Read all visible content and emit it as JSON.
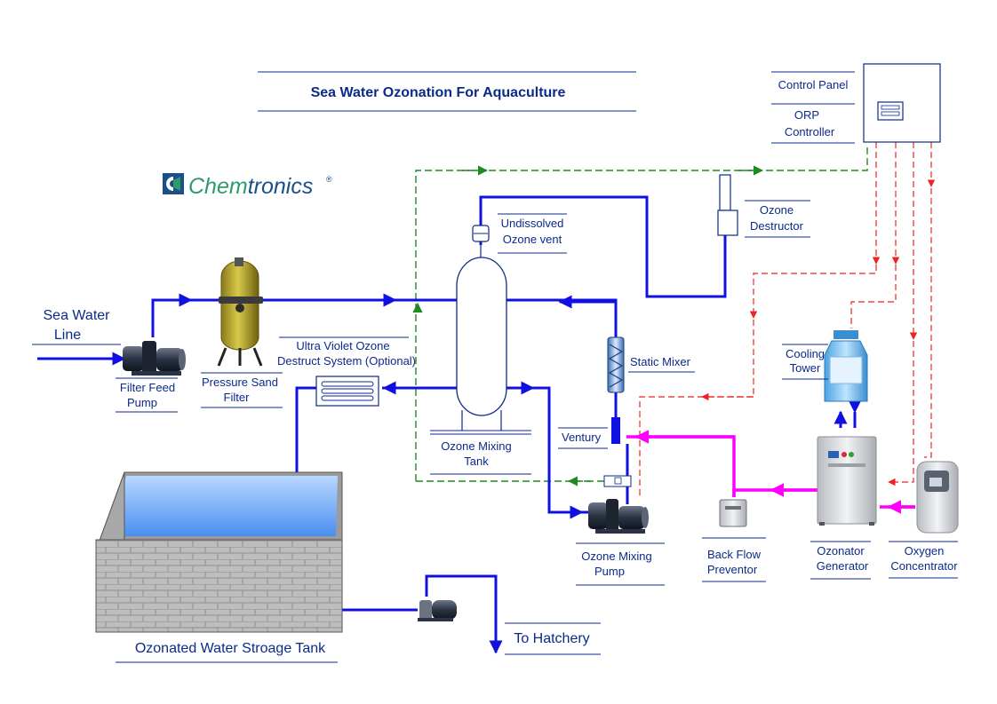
{
  "title": "Sea Water Ozonation For Aquaculture",
  "brand": {
    "name_part1": "Chem",
    "name_part2": "tronics",
    "registered_mark": "®",
    "colors": {
      "primary": "#1a4f8a",
      "accent": "#2e9a6a"
    }
  },
  "labels": {
    "control_panel": "Control Panel",
    "orp_line1": "ORP",
    "orp_line2": "Controller",
    "ozone_destructor_line1": "Ozone",
    "ozone_destructor_line2": "Destructor",
    "undissolved_line1": "Undissolved",
    "undissolved_line2": "Ozone vent",
    "sea_water_line1": "Sea Water",
    "sea_water_line2": "Line",
    "filter_feed_line1": "Filter Feed",
    "filter_feed_line2": "Pump",
    "sand_filter_line1": "Pressure Sand",
    "sand_filter_line2": "Filter",
    "uv_line1": "Ultra Violet Ozone",
    "uv_line2": "Destruct System (Optional)",
    "static_mixer": "Static Mixer",
    "cooling_tower_line1": "Cooling",
    "cooling_tower_line2": "Tower",
    "venturi": "Ventury",
    "mixing_tank_line1": "Ozone Mixing",
    "mixing_tank_line2": "Tank",
    "mixing_pump_line1": "Ozone Mixing",
    "mixing_pump_line2": "Pump",
    "backflow_line1": "Back Flow",
    "backflow_line2": "Preventor",
    "generator_line1": "Ozonator",
    "generator_line2": "Generator",
    "oxygen_line1": "Oxygen",
    "oxygen_line2": "Concentrator",
    "storage_tank": "Ozonated Water Stroage Tank",
    "hatchery": "To Hatchery"
  },
  "colors": {
    "water_line": "#1010e0",
    "ozone_gas_line": "#ff00ff",
    "control_signal": "#ee2222",
    "air_vent": "#1f8a1f",
    "label_text": "#0b2a8a"
  }
}
